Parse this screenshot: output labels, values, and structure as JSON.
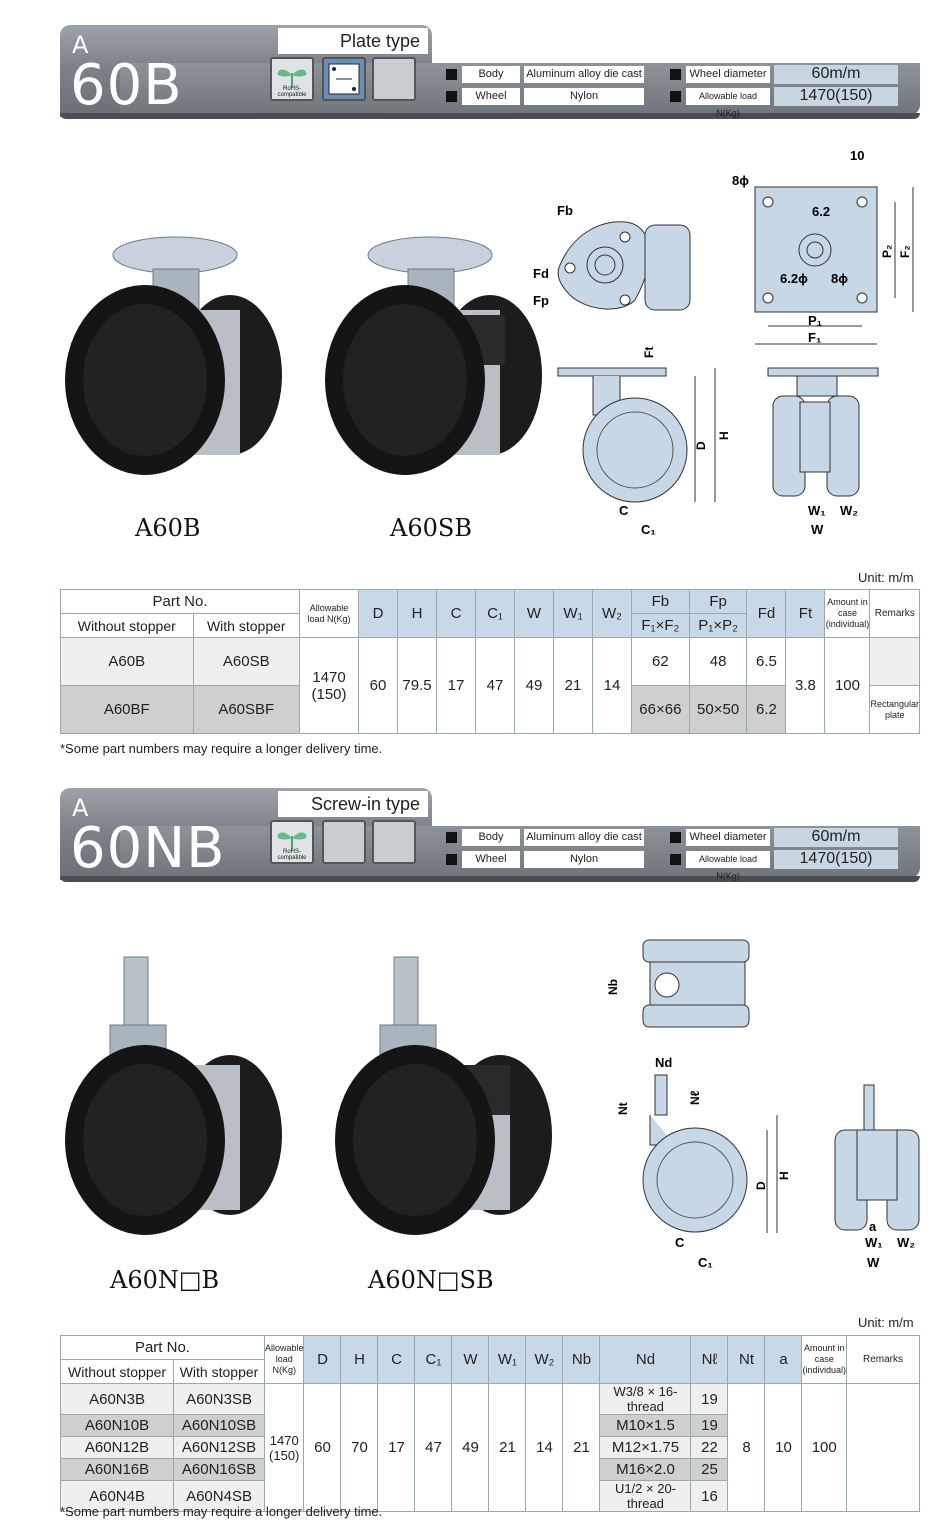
{
  "section1": {
    "letter": "A",
    "model": "60B",
    "type_label": "Plate type",
    "rohs_label": "RoHS-compatible",
    "specs": {
      "body_label": "Body",
      "body_value": "Aluminum alloy die cast",
      "wheel_label": "Wheel",
      "wheel_value": "Nylon",
      "diameter_label": "Wheel diameter",
      "diameter_value": "60m/m",
      "load_label": "Allowable load N(Kg)",
      "load_value": "1470(150)"
    },
    "product_captions": [
      "A60B",
      "A60SB"
    ],
    "diagram_labels": {
      "fb": "Fb",
      "fd": "Fd",
      "fp": "Fp",
      "ft": "Ft",
      "d": "D",
      "h": "H",
      "c": "C",
      "c1": "C₁",
      "w": "W",
      "w1": "W₁",
      "w2": "W₂",
      "p1": "P₁",
      "f1": "F₁",
      "p2": "P₂",
      "f2": "F₂",
      "d8": "8ϕ",
      "d8b": "8ϕ",
      "d62": "6.2ϕ",
      "v62": "6.2",
      "v10": "10"
    },
    "unit": "Unit: m/m",
    "table": {
      "part_no": "Part No.",
      "without": "Without stopper",
      "with": "With stopper",
      "allowable": "Allowable load N(Kg)",
      "cols": [
        "D",
        "H",
        "C",
        "C₁",
        "W",
        "W₁",
        "W₂"
      ],
      "fb": "Fb",
      "fb_sub": "F₁×F₂",
      "fp": "Fp",
      "fp_sub": "P₁×P₂",
      "fd": "Fd",
      "ft": "Ft",
      "amount": "Amount in case (individual)",
      "remarks": "Remarks",
      "rows": [
        {
          "without": "A60B",
          "with": "A60SB",
          "fb": "62",
          "fp": "48",
          "fd": "6.5",
          "remark": ""
        },
        {
          "without": "A60BF",
          "with": "A60SBF",
          "fb": "66×66",
          "fp": "50×50",
          "fd": "6.2",
          "remark": "Rectangular plate"
        }
      ],
      "load": "1470",
      "load_kg": "(150)",
      "values": [
        "60",
        "79.5",
        "17",
        "47",
        "49",
        "21",
        "14"
      ],
      "ft_value": "3.8",
      "amount_value": "100"
    },
    "note": "*Some part numbers may require a longer delivery time."
  },
  "section2": {
    "letter": "A",
    "model": "60NB",
    "type_label": "Screw-in type",
    "rohs_label": "RoHS-compatible",
    "specs": {
      "body_label": "Body",
      "body_value": "Aluminum alloy die cast",
      "wheel_label": "Wheel",
      "wheel_value": "Nylon",
      "diameter_label": "Wheel diameter",
      "diameter_value": "60m/m",
      "load_label": "Allowable load N(Kg)",
      "load_value": "1470(150)"
    },
    "product_captions": [
      "A60N□B",
      "A60N□SB"
    ],
    "diagram_labels": {
      "nb": "Nb",
      "nd": "Nd",
      "nl": "Nℓ",
      "nt": "Nt",
      "d": "D",
      "h": "H",
      "c": "C",
      "c1": "C₁",
      "a": "a",
      "w": "W",
      "w1": "W₁",
      "w2": "W₂"
    },
    "unit": "Unit: m/m",
    "table": {
      "part_no": "Part No.",
      "without": "Without stopper",
      "with": "With stopper",
      "allowable": "Allowable load N(Kg)",
      "cols": [
        "D",
        "H",
        "C",
        "C₁",
        "W",
        "W₁",
        "W₂",
        "Nb",
        "Nd",
        "Nℓ",
        "Nt",
        "a"
      ],
      "amount": "Amount in case (individual)",
      "remarks": "Remarks",
      "rows": [
        {
          "without": "A60N3B",
          "with": "A60N3SB",
          "nd": "W3/8 × 16-thread",
          "nl": "19"
        },
        {
          "without": "A60N10B",
          "with": "A60N10SB",
          "nd": "M10×1.5",
          "nl": "19"
        },
        {
          "without": "A60N12B",
          "with": "A60N12SB",
          "nd": "M12×1.75",
          "nl": "22"
        },
        {
          "without": "A60N16B",
          "with": "A60N16SB",
          "nd": "M16×2.0",
          "nl": "25"
        },
        {
          "without": "A60N4B",
          "with": "A60N4SB",
          "nd": "U1/2 × 20-thread",
          "nl": "16"
        }
      ],
      "load": "1470",
      "load_kg": "(150)",
      "values": [
        "60",
        "70",
        "17",
        "47",
        "49",
        "21",
        "14",
        "21"
      ],
      "nt_value": "8",
      "a_value": "10",
      "amount_value": "100"
    },
    "note": "*Some part numbers may require a longer delivery time."
  },
  "colors": {
    "banner": "#7d828a",
    "header_blue": "#c9d8e6",
    "diagram_fill": "#c7d7e6"
  }
}
